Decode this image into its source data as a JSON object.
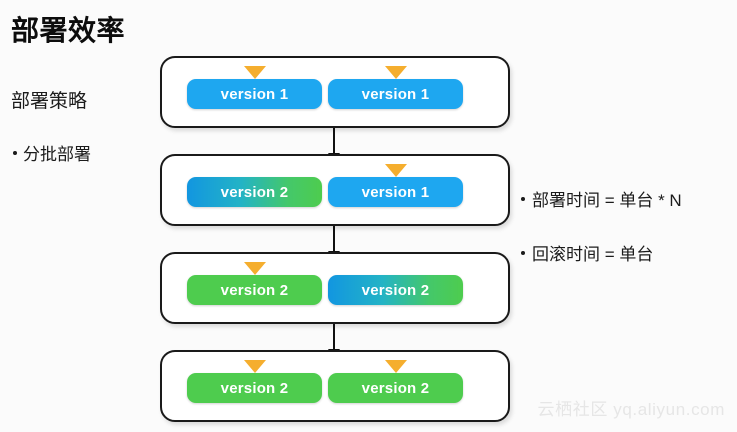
{
  "title": "部署效率",
  "sidebar": {
    "heading": "部署策略",
    "bullet": "分批部署"
  },
  "flow": {
    "stages": [
      {
        "name": "stage-1",
        "nodes": [
          {
            "label": "version 1",
            "fill": "blue",
            "marker": true
          },
          {
            "label": "version 1",
            "fill": "blue",
            "marker": true
          }
        ]
      },
      {
        "name": "stage-2",
        "nodes": [
          {
            "label": "version 2",
            "fill": "gradient",
            "marker": false
          },
          {
            "label": "version 1",
            "fill": "blue",
            "marker": true
          }
        ]
      },
      {
        "name": "stage-3",
        "nodes": [
          {
            "label": "version 2",
            "fill": "green",
            "marker": true
          },
          {
            "label": "version 2",
            "fill": "gradient",
            "marker": false
          }
        ]
      },
      {
        "name": "stage-4",
        "nodes": [
          {
            "label": "version 2",
            "fill": "green",
            "marker": true
          },
          {
            "label": "version 2",
            "fill": "green",
            "marker": true
          }
        ]
      }
    ]
  },
  "notes": [
    "部署时间 = 单台 * N",
    "回滚时间 = 单台"
  ],
  "watermark": "云栖社区 yq.aliyun.com",
  "colors": {
    "blue": "#1ea7f0",
    "green": "#4ecc4e",
    "marker_orange": "#f5ae2e",
    "outline": "#1a1a1a",
    "background": "#fbfbfb",
    "watermark": "#e6e6e6"
  }
}
